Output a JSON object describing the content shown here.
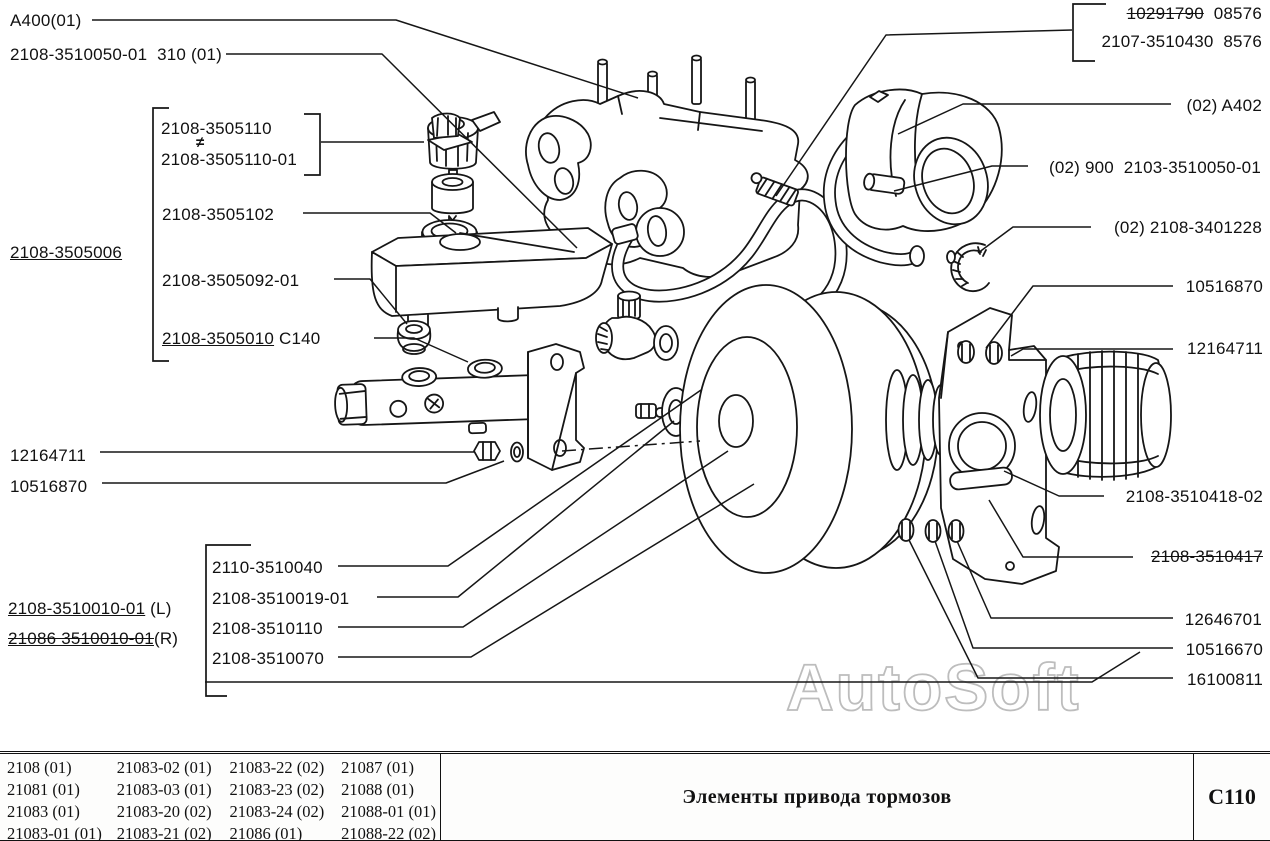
{
  "colors": {
    "line": "#161616",
    "background": "#ffffff",
    "watermark_outline": "#bdbdbd"
  },
  "watermark": "AutoSoft",
  "labels": {
    "a400": "A400(01)",
    "hose_main": "2108-3510050-01  310 (01)",
    "cap_variant_a": "2108-3505110",
    "neq": "≠",
    "cap_variant_b": "2108-3505110-01",
    "reservoir": "2108-3505102",
    "reservoir_assy": "2108-3505006",
    "bushing": "2108-3505092-01",
    "master_cylinder": "2108-3505010",
    "master_cylinder_suffix": "C140",
    "nut_left": "12164711",
    "washer_left": "10516870",
    "booster_left": "2108-3510010-01",
    "booster_left_suffix": "(L)",
    "booster_right": "21086 3510010-01",
    "booster_right_suffix": "(R)",
    "group_item_1": "2110-3510040",
    "group_item_2": "2108-3510019-01",
    "group_item_3": "2108-3510110",
    "group_item_4": "2108-3510070",
    "clamp_old": "10291790",
    "clamp_old_code": "08576",
    "clamp_new": "2107-3510430  8576",
    "booster_variant": "(02) A402",
    "hose_variant": "(02) 900  2103-3510050-01",
    "clamp_variant": "(02) 2108-3401228",
    "washer_right": "10516870",
    "nut_right": "12164711",
    "bracket": "2108-3510418-02",
    "bracket_old": "2108-3510417",
    "bolt_lower": "12646701",
    "washer_lower": "10516670",
    "nut_lower": "16100811"
  },
  "table": {
    "models": {
      "col1": [
        "2108 (01)",
        "21081 (01)",
        "21083 (01)",
        "21083-01 (01)"
      ],
      "col2": [
        "21083-02 (01)",
        "21083-03 (01)",
        "21083-20 (02)",
        "21083-21 (02)"
      ],
      "col3": [
        "21083-22 (02)",
        "21083-23 (02)",
        "21083-24 (02)",
        "21086 (01)"
      ],
      "col4": [
        "21087 (01)",
        "21088 (01)",
        "21088-01 (01)",
        "21088-22 (02)"
      ]
    },
    "title": "Элементы привода тормозов",
    "page_code": "C110"
  }
}
